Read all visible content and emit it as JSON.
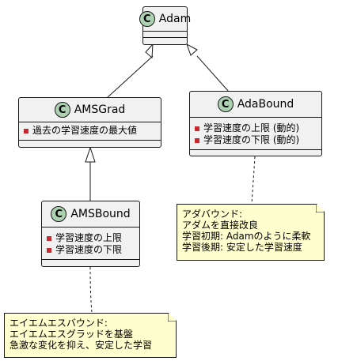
{
  "classes": {
    "adam": {
      "name": "Adam",
      "badge": "C",
      "attributes": []
    },
    "amsgrad": {
      "name": "AMSGrad",
      "badge": "C",
      "attributes": [
        "過去の学習速度の最大値"
      ]
    },
    "adabound": {
      "name": "AdaBound",
      "badge": "C",
      "attributes": [
        "学習速度の上限 (動的)",
        "学習速度の下限 (動的)"
      ]
    },
    "amsbound": {
      "name": "AMSBound",
      "badge": "C",
      "attributes": [
        "学習速度の上限",
        "学習速度の下限"
      ]
    }
  },
  "notes": {
    "adabound": [
      "アダバウンド:",
      "アダムを直接改良",
      "学習初期: Adamのように柔軟",
      "学習後期: 安定した学習速度"
    ],
    "amsbound": [
      "エイエムエスバウンド:",
      "エイエムエスグラッドを基盤",
      "急激な変化を抑え、安定した学習"
    ]
  },
  "colors": {
    "class_fill": "#f1f1f1",
    "class_badge": "#add1b2",
    "note_fill": "#fefece",
    "border": "#181818",
    "private_marker": "#c82930"
  }
}
